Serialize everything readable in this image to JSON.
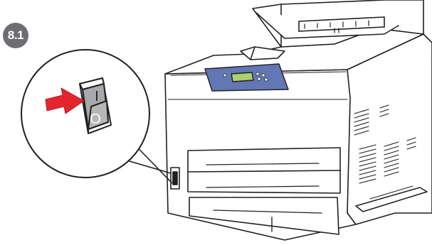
{
  "step": {
    "number": "8.1"
  },
  "switch": {
    "on_symbol": "I",
    "off_symbol": "O"
  },
  "colors": {
    "badge": "#6d6e71",
    "arrow": "#e3262e",
    "outline": "#231f20",
    "panel_blue": "#6277b3",
    "panel_lcd": "#a9cf6e",
    "body_fill": "#ffffff"
  },
  "icons": {
    "arrow": "right-arrow-icon",
    "switch": "power-switch-icon"
  }
}
